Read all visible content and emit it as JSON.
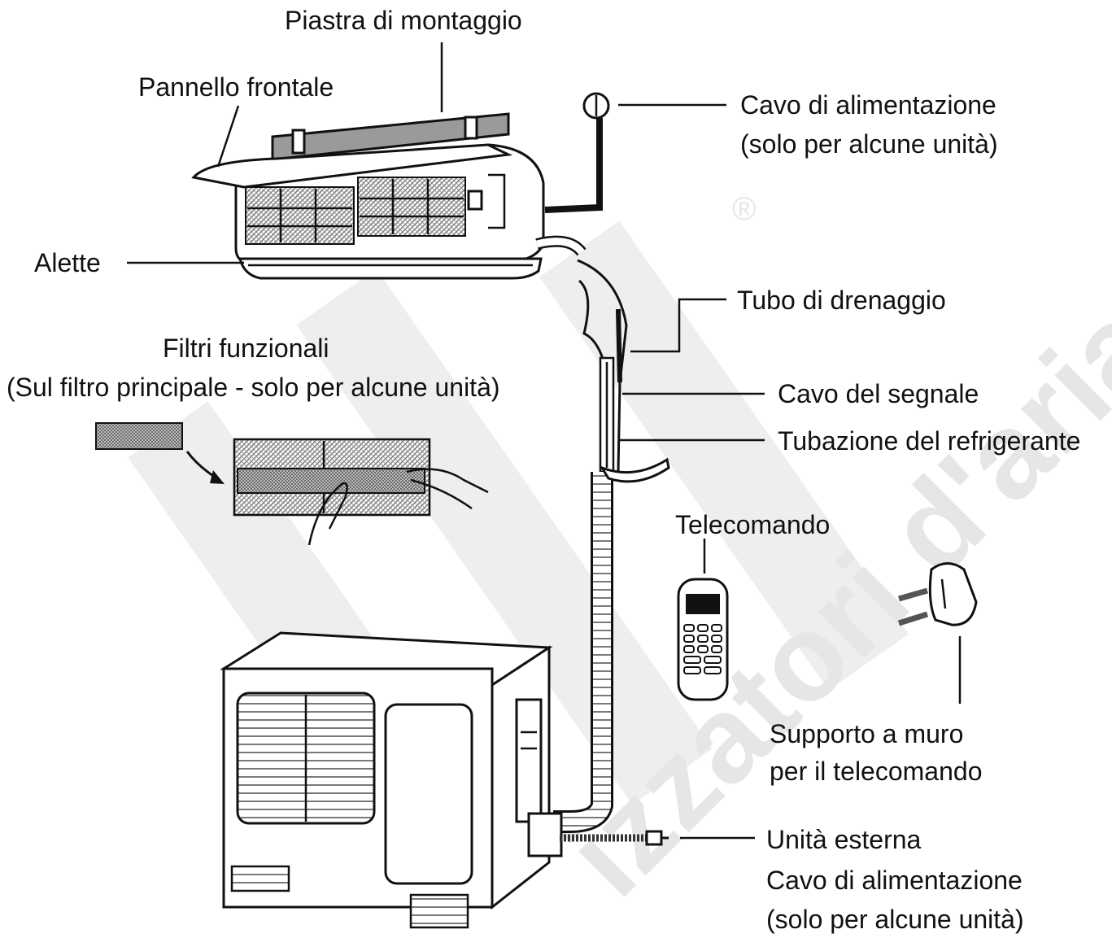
{
  "labels": {
    "mounting_plate": "Piastra di montaggio",
    "front_panel": "Pannello frontale",
    "power_cable_1": "Cavo di alimentazione",
    "power_cable_1_note": "(solo per alcune unità)",
    "louvers": "Alette",
    "drain_pipe": "Tubo di drenaggio",
    "functional_filters": "Filtri funzionali",
    "functional_filters_note": "(Sul filtro principale - solo per alcune unità)",
    "signal_cable": "Cavo del segnale",
    "refrigerant_piping": "Tubazione del refrigerante",
    "remote_control": "Telecomando",
    "remote_holder_1": "Supporto a muro",
    "remote_holder_2": "per il telecomando",
    "outdoor_unit": "Unità esterna",
    "power_cable_2": "Cavo di alimentazione",
    "power_cable_2_note": "(solo per alcune unità)"
  },
  "watermark": {
    "reg_mark": "®",
    "text": "izzatori d'aria"
  },
  "colors": {
    "line": "#111111",
    "watermark": "#e6e6e6"
  }
}
